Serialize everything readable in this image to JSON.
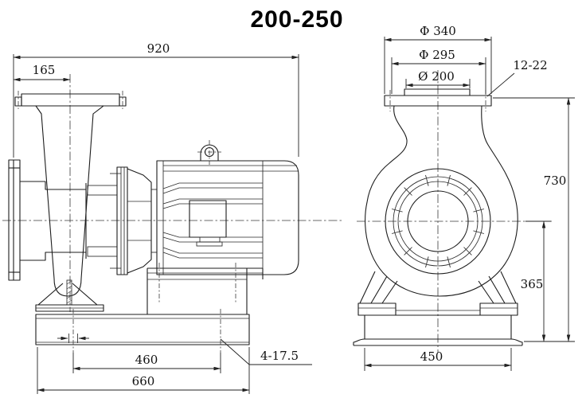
{
  "title": "200-250",
  "side_view": {
    "dim_overall_length": "920",
    "dim_discharge_offset": "165",
    "dim_bolt_spacing": "460",
    "dim_base_length": "660",
    "dim_foundation_holes": "4-17.5"
  },
  "front_view": {
    "dim_flange_od": "Φ 340",
    "dim_bolt_circle": "Φ 295",
    "dim_bore": "Ø 200",
    "dim_flange_holes": "12-22",
    "dim_total_height": "730",
    "dim_center_height": "365",
    "dim_base_width": "450"
  },
  "colors": {
    "line": "#1c1c1c",
    "background": "#ffffff",
    "text": "#111111"
  }
}
